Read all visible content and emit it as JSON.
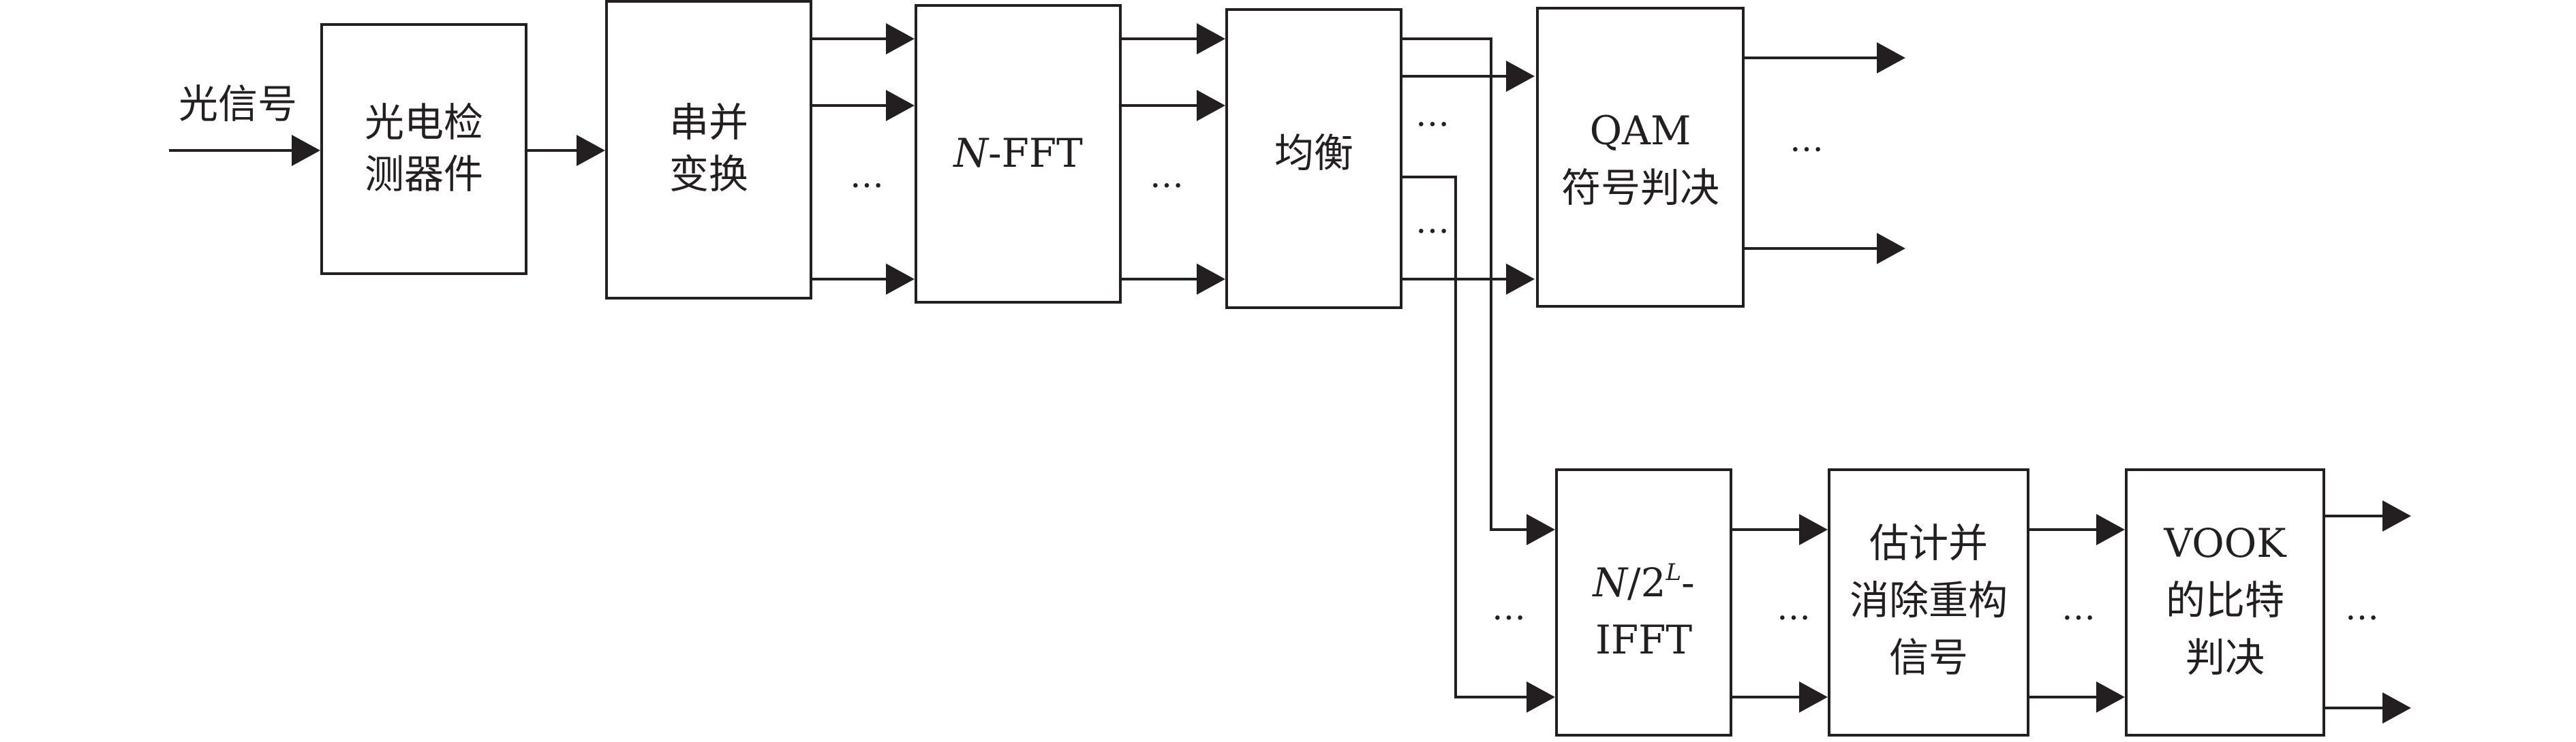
{
  "input_label": "光信号",
  "blocks": {
    "photodetector": {
      "line1": "光电检",
      "line2": "测器件"
    },
    "serial_parallel": {
      "line1": "串并",
      "line2": "变换"
    },
    "fft": {
      "n": "N",
      "rest": "-FFT"
    },
    "equalizer": {
      "line1": "均衡"
    },
    "qam_decision": {
      "line1": "QAM",
      "line2": "符号判决"
    },
    "ifft": {
      "n": "N",
      "mid": "/2",
      "sup": "L",
      "dash": "-",
      "line2": "IFFT"
    },
    "estimate_cancel": {
      "line1": "估计并",
      "line2": "消除重构",
      "line3": "信号"
    },
    "vook_decision": {
      "line1": "VOOK",
      "line2": "的比特",
      "line3": "判决"
    }
  },
  "ellipsis": "…",
  "colors": {
    "ink": "#231f20",
    "background": "#ffffff"
  }
}
